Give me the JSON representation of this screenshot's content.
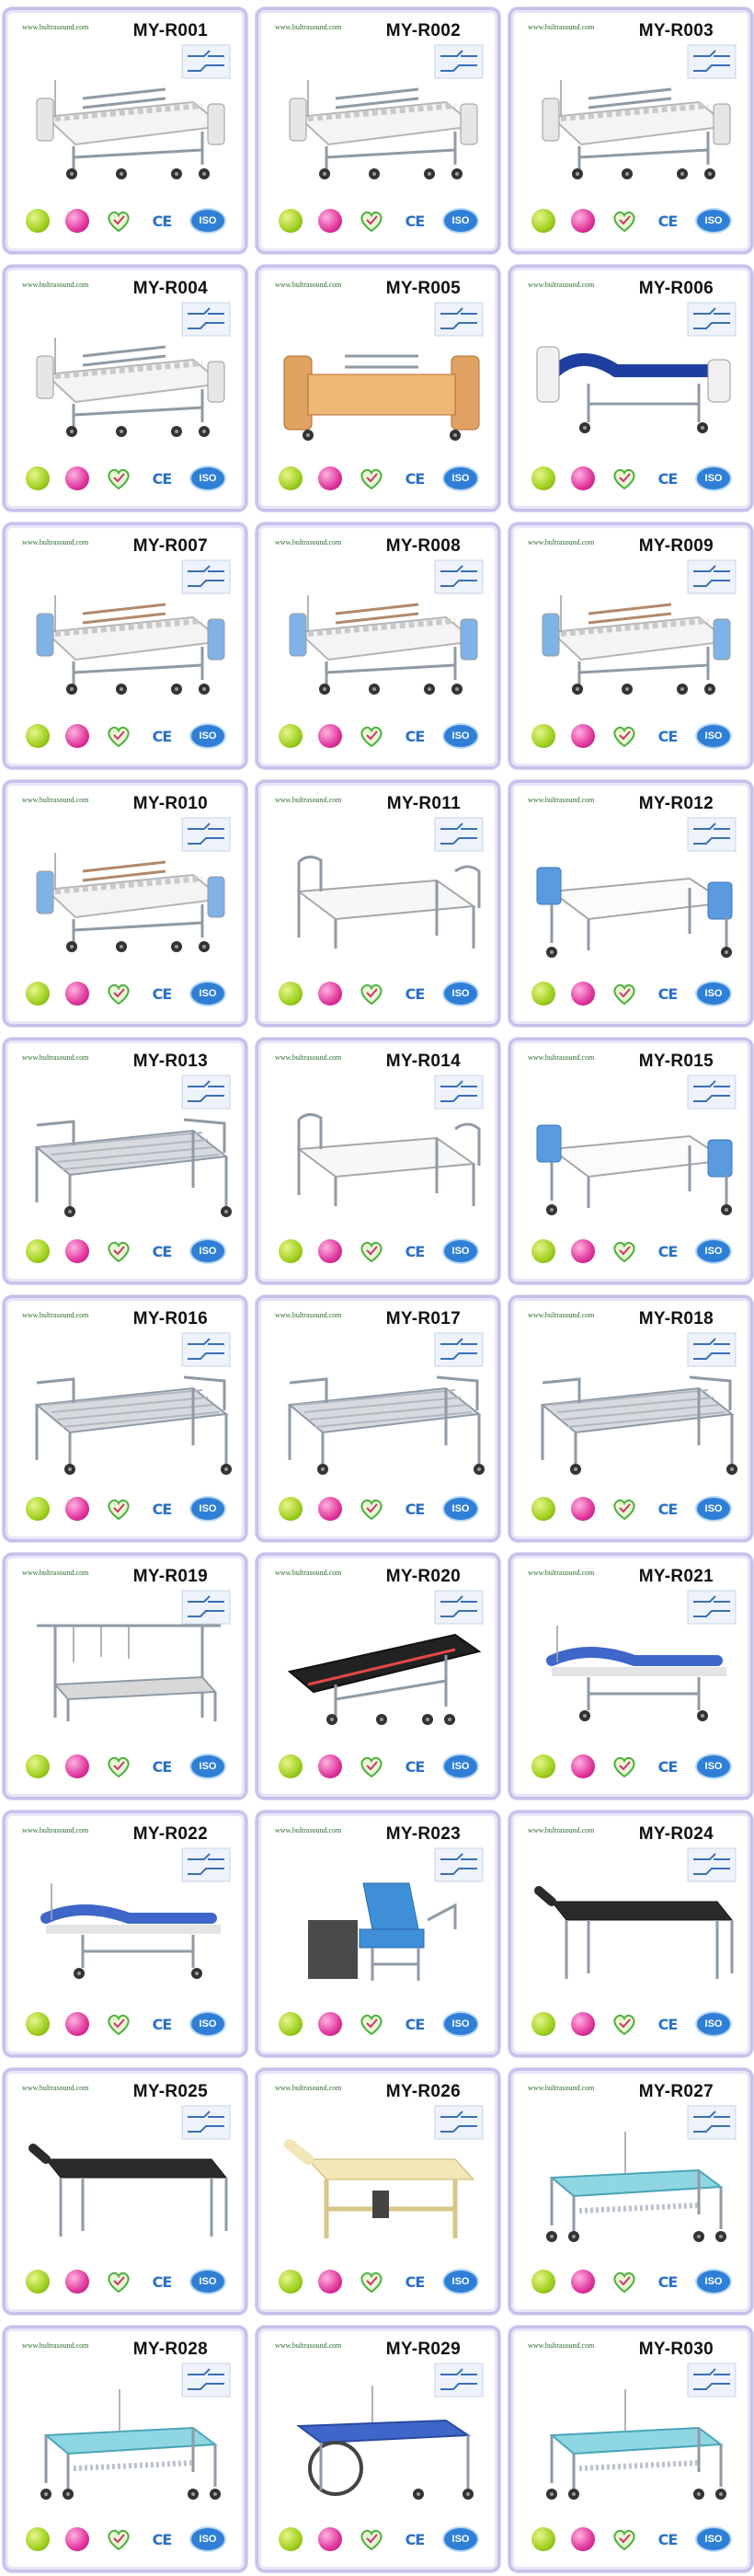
{
  "site_label": "www.bultrasound.com",
  "badges": {
    "ce": "CE",
    "iso": "ISO"
  },
  "colors": {
    "card_border": "#c8c0ea",
    "model_text": "#111111",
    "site_text": "#2d6b2d",
    "ce_blue": "#2a6fc9",
    "iso_blue": "#2f7fd6",
    "badge_green": "#9fcf1f",
    "badge_pink": "#e0359d"
  },
  "products": [
    {
      "model": "MY-R001",
      "style": "electric",
      "icon": "electric-bed-icon"
    },
    {
      "model": "MY-R002",
      "style": "electric",
      "icon": "electric-bed-icon"
    },
    {
      "model": "MY-R003",
      "style": "electric",
      "icon": "electric-bed-icon"
    },
    {
      "model": "MY-R004",
      "style": "electric",
      "icon": "electric-bed-icon"
    },
    {
      "model": "MY-R005",
      "style": "wood",
      "icon": "home-care-bed-icon"
    },
    {
      "model": "MY-R006",
      "style": "blue",
      "icon": "icu-bed-icon"
    },
    {
      "model": "MY-R007",
      "style": "manual",
      "icon": "manual-bed-icon"
    },
    {
      "model": "MY-R008",
      "style": "manual",
      "icon": "manual-bed-icon"
    },
    {
      "model": "MY-R009",
      "style": "manual",
      "icon": "manual-bed-icon"
    },
    {
      "model": "MY-R010",
      "style": "manual",
      "icon": "manual-bed-icon"
    },
    {
      "model": "MY-R011",
      "style": "flat",
      "icon": "flat-bed-icon"
    },
    {
      "model": "MY-R012",
      "style": "flat-blue",
      "icon": "flat-bed-icon"
    },
    {
      "model": "MY-R013",
      "style": "steel",
      "icon": "steel-bed-icon"
    },
    {
      "model": "MY-R014",
      "style": "flat",
      "icon": "flat-bed-icon"
    },
    {
      "model": "MY-R015",
      "style": "flat-blue",
      "icon": "flat-bed-icon"
    },
    {
      "model": "MY-R016",
      "style": "steel",
      "icon": "steel-bed-icon"
    },
    {
      "model": "MY-R017",
      "style": "steel",
      "icon": "steel-bed-icon"
    },
    {
      "model": "MY-R018",
      "style": "steel",
      "icon": "steel-bed-icon"
    },
    {
      "model": "MY-R019",
      "style": "traction",
      "icon": "orthopedic-bed-icon"
    },
    {
      "model": "MY-R020",
      "style": "stretcher",
      "icon": "stretcher-icon"
    },
    {
      "model": "MY-R021",
      "style": "stretcher-blue",
      "icon": "stretcher-icon"
    },
    {
      "model": "MY-R022",
      "style": "stretcher-blue",
      "icon": "stretcher-icon"
    },
    {
      "model": "MY-R023",
      "style": "gyn",
      "icon": "examination-chair-icon"
    },
    {
      "model": "MY-R024",
      "style": "exam",
      "icon": "examination-couch-icon"
    },
    {
      "model": "MY-R025",
      "style": "exam",
      "icon": "examination-couch-icon"
    },
    {
      "model": "MY-R026",
      "style": "exam-cream",
      "icon": "examination-couch-icon"
    },
    {
      "model": "MY-R027",
      "style": "trolley",
      "icon": "stretcher-trolley-icon"
    },
    {
      "model": "MY-R028",
      "style": "trolley",
      "icon": "stretcher-trolley-icon"
    },
    {
      "model": "MY-R029",
      "style": "trolley-big-wheel",
      "icon": "stretcher-trolley-icon"
    },
    {
      "model": "MY-R030",
      "style": "trolley",
      "icon": "stretcher-trolley-icon"
    }
  ]
}
